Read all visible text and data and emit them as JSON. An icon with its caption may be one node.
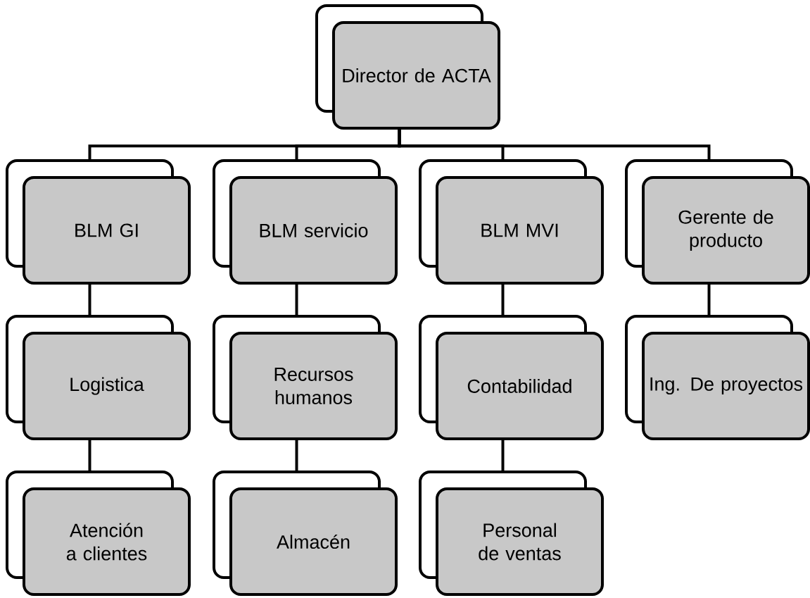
{
  "diagram": {
    "nodes": [
      {
        "text": [
          "Director de ACTA"
        ]
      },
      {
        "text": [
          "BLM GI"
        ]
      },
      {
        "text": [
          "BLM servicio"
        ]
      },
      {
        "text": [
          "BLM MVI"
        ]
      },
      {
        "text": [
          "Gerente de producto"
        ]
      },
      {
        "text": [
          "Logistica"
        ]
      },
      {
        "text": [
          "Recursos humanos"
        ]
      },
      {
        "text": [
          "Contabilidad"
        ]
      },
      {
        "text": [
          "Ing. De proyectos"
        ]
      },
      {
        "text": [
          "Atención a clientes"
        ]
      },
      {
        "text": [
          "Almacén"
        ]
      },
      {
        "text": [
          "Personal de ventas"
        ]
      }
    ],
    "edges": [
      {
        "from": 0,
        "to": 1,
        "arrow": "none"
      },
      {
        "from": 0,
        "to": 2,
        "arrow": "none"
      },
      {
        "from": 0,
        "to": 3,
        "arrow": "none"
      },
      {
        "from": 0,
        "to": 4,
        "arrow": "none"
      },
      {
        "from": 1,
        "to": 5,
        "arrow": "none"
      },
      {
        "from": 2,
        "to": 6,
        "arrow": "none"
      },
      {
        "from": 3,
        "to": 7,
        "arrow": "none"
      },
      {
        "from": 4,
        "to": 8,
        "arrow": "none"
      },
      {
        "from": 5,
        "to": 9,
        "arrow": "none"
      },
      {
        "from": 6,
        "to": 10,
        "arrow": "none"
      },
      {
        "from": 7,
        "to": 11,
        "arrow": "none"
      }
    ]
  }
}
